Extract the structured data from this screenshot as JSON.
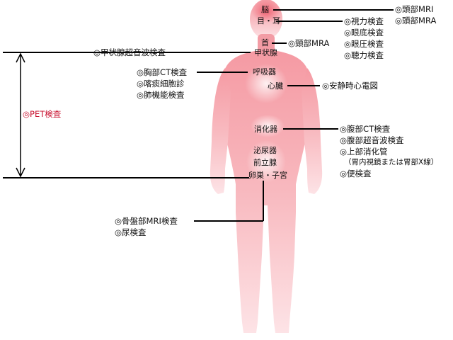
{
  "organs": {
    "brain": "脳",
    "eye_ear": "目・耳",
    "neck": "首",
    "thyroid": "甲状腺",
    "respiratory": "呼吸器",
    "heart": "心臓",
    "digestive": "消化器",
    "urinary": "泌尿器",
    "prostate": "前立腺",
    "ovary_uterus": "卵巣・子宮"
  },
  "exams": {
    "brain": [
      "◎頭部MRI",
      "◎頭部MRA"
    ],
    "eye_ear": [
      "◎視力検査",
      "◎眼底検査",
      "◎眼圧検査",
      "◎聴力検査"
    ],
    "neck": [
      "◎頸部MRA"
    ],
    "thyroid": [
      "◎甲状腺超音波検査"
    ],
    "respiratory": [
      "◎胸部CT検査",
      "◎喀痰細胞診",
      "◎肺機能検査"
    ],
    "heart": [
      "◎安静時心電図"
    ],
    "digestive": [
      "◎腹部CT検査",
      "◎腹部超音波検査",
      "◎上部消化管",
      "（胃内視鏡または胃部X線）",
      "◎便検査"
    ],
    "pelvis": [
      "◎骨盤部MRI検査",
      "◎尿検査"
    ]
  },
  "pet": "◎PET検査",
  "colors": {
    "pet_text": "#c8102e",
    "body_fill": "#f7b5bb",
    "body_glow": "#e65a6a",
    "line": "#000000"
  }
}
